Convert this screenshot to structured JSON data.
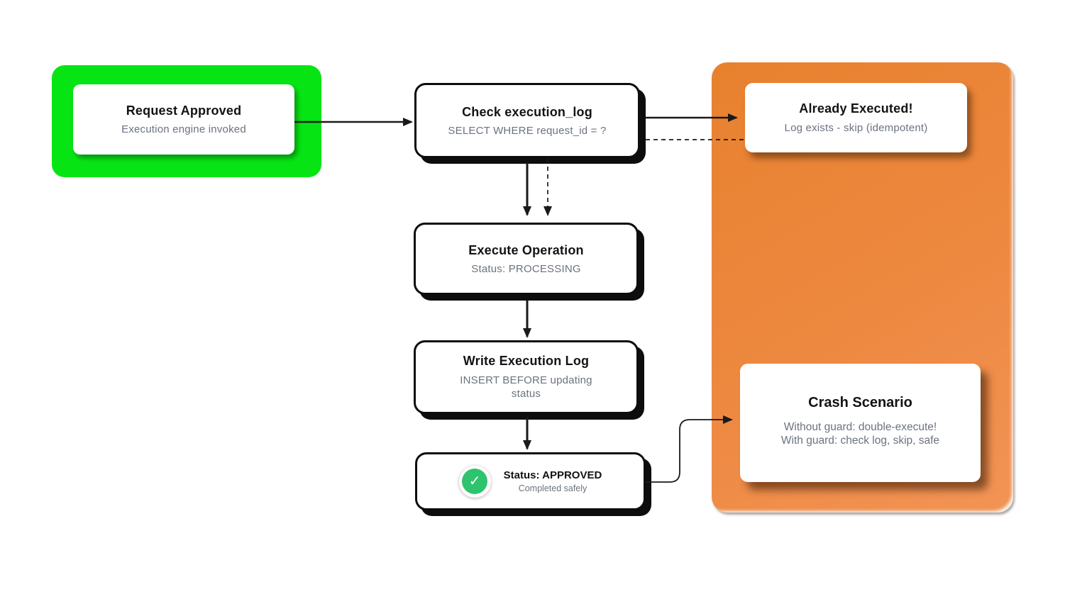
{
  "diagram": {
    "nodes": {
      "request_approved": {
        "title": "Request Approved",
        "subtitle": "Execution engine invoked"
      },
      "check_execution_log": {
        "title": "Check execution_log",
        "subtitle": "SELECT WHERE request_id = ?"
      },
      "already_executed": {
        "title": "Already Executed!",
        "subtitle": "Log exists - skip (idempotent)"
      },
      "execute_operation": {
        "title": "Execute Operation",
        "subtitle": "Status: PROCESSING"
      },
      "write_execution_log": {
        "title": "Write Execution Log",
        "subtitle": "INSERT BEFORE updating status"
      },
      "status_approved": {
        "title": "Status: APPROVED",
        "subtitle": "Completed safely",
        "icon": "check-icon",
        "icon_glyph": "✓"
      },
      "crash_scenario": {
        "title": "Crash Scenario",
        "line1": "Without guard: double-execute!",
        "line2": "With guard: check log, skip, safe"
      }
    },
    "colors": {
      "start_panel_green": "#07E414",
      "scenario_panel_orange": "#ED8840",
      "node_border_black": "#0D0D0D",
      "title_text": "#131313",
      "subtitle_text": "#6B7280",
      "arrow_black": "#1A1A1A",
      "check_icon_green": "#2EC36D"
    }
  }
}
